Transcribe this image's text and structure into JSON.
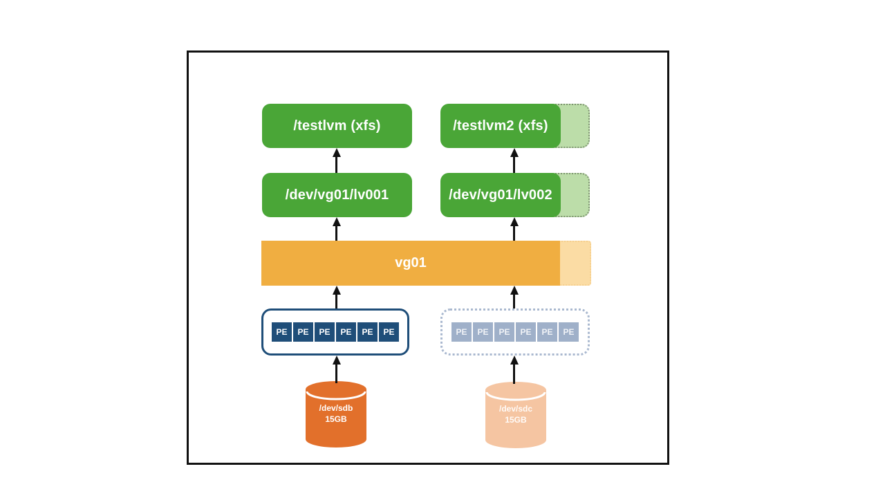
{
  "diagram": {
    "filesystems": [
      {
        "label": "/testlvm (xfs)"
      },
      {
        "label": "/testlvm2 (xfs)"
      }
    ],
    "logical_volumes": [
      {
        "label": "/dev/vg01/lv001"
      },
      {
        "label": "/dev/vg01/lv002"
      }
    ],
    "volume_group": {
      "label": "vg01"
    },
    "physical_extents": {
      "left": [
        "PE",
        "PE",
        "PE",
        "PE",
        "PE",
        "PE"
      ],
      "right": [
        "PE",
        "PE",
        "PE",
        "PE",
        "PE",
        "PE"
      ]
    },
    "disks": [
      {
        "name": "/dev/sdb",
        "size": "15GB"
      },
      {
        "name": "/dev/sdc",
        "size": "15GB"
      }
    ],
    "colors": {
      "green": "#4aa637",
      "light_green": "#bcdda9",
      "orange": "#f0ae41",
      "light_orange": "#fbdca4",
      "navy": "#1f4e79",
      "light_blue": "#9fb0c9",
      "disk_orange": "#e2702b",
      "disk_peach": "#f5c5a2",
      "arrow_black": "#111111"
    }
  }
}
